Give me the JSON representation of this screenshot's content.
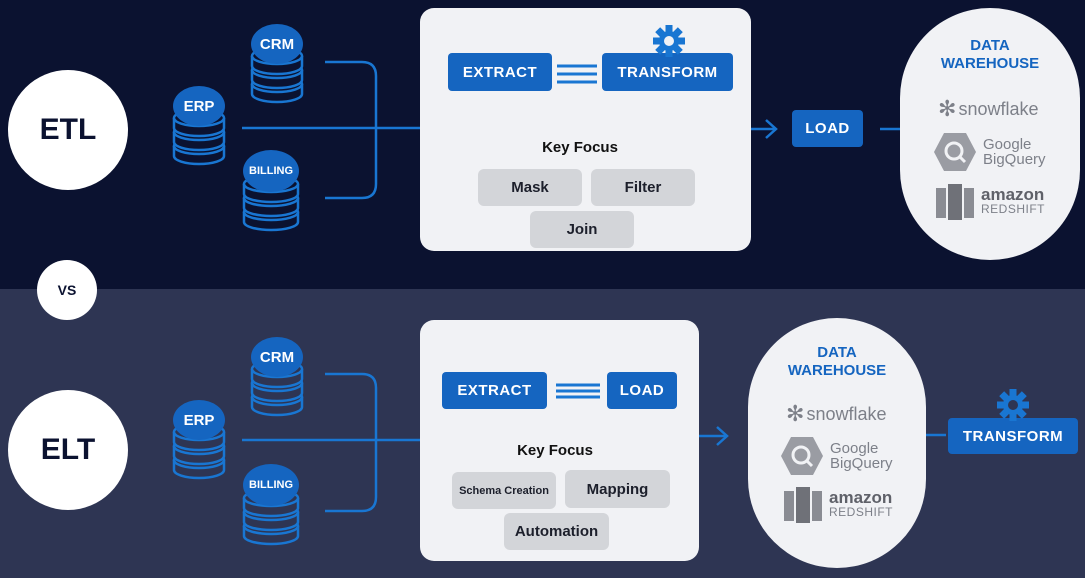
{
  "etl": {
    "label": "ETL",
    "sources": {
      "erp": "ERP",
      "crm": "CRM",
      "billing": "BILLING"
    },
    "extract": "EXTRACT",
    "transform": "TRANSFORM",
    "key_focus": "Key Focus",
    "focus": [
      "Mask",
      "Filter",
      "Join"
    ],
    "load": "LOAD",
    "warehouse_title": [
      "DATA",
      "WAREHOUSE"
    ],
    "logos": {
      "snowflake": "snowflake",
      "google": "Google",
      "bigquery": "BigQuery",
      "amazon": "amazon",
      "redshift": "REDSHIFT"
    }
  },
  "vs": "VS",
  "elt": {
    "label": "ELT",
    "sources": {
      "erp": "ERP",
      "crm": "CRM",
      "billing": "BILLING"
    },
    "extract": "EXTRACT",
    "load": "LOAD",
    "key_focus": "Key Focus",
    "focus": [
      "Schema Creation",
      "Mapping",
      "Automation"
    ],
    "warehouse_title": [
      "DATA",
      "WAREHOUSE"
    ],
    "logos": {
      "snowflake": "snowflake",
      "google": "Google",
      "bigquery": "BigQuery",
      "amazon": "amazon",
      "redshift": "REDSHIFT"
    },
    "transform": "TRANSFORM"
  },
  "colors": {
    "dark_band": "#0b1230",
    "light_band": "#2e3553",
    "accent": "#1565c0",
    "panel": "#f1f2f5",
    "chip": "#d3d5d9"
  },
  "icons": [
    "database-icon",
    "gear-icon",
    "equals-icon",
    "arrow-right-icon",
    "snowflake-icon",
    "bigquery-icon",
    "redshift-icon"
  ]
}
